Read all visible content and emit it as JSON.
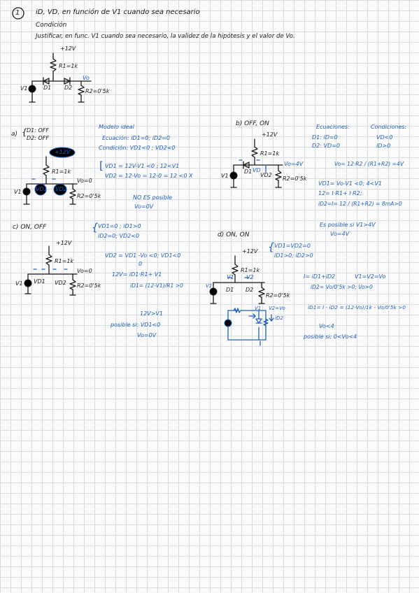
{
  "header": {
    "problem_number": "1",
    "line1": "iD, VD, en función de V1 cuando sea necesario",
    "line2": "Condición",
    "line3": "Justificar, en func. V1 cuando sea necesario, la validez de la hipótesis y el valor de Vo."
  },
  "main_circuit": {
    "supply": "+12V",
    "r1": "R1=1k",
    "vo": "Vo",
    "v1": "V1",
    "d1": "D1",
    "d2": "D2",
    "r2": "R2=0'5k"
  },
  "case_a": {
    "title": "a)",
    "cond1": "D1: OFF",
    "cond2": "D2: OFF",
    "model_title": "Modelo ideal",
    "ecuacion": "Ecuación: iD1=0; iD2=0",
    "condicion": "Condición: VD1<0 ; VD2<0",
    "eq1": "VD1 = 12V-V1 <0 ; 12<V1",
    "eq2": "VD2 = 12-Vo = 12-0 = 12 <0  X",
    "supply": "+12V",
    "r1": "R1=1k",
    "vo": "Vo=0",
    "v1": "V1",
    "vd1": "VD1",
    "vd2": "VD2",
    "r2": "R2=0'5k",
    "no_posible": "NO ES posible",
    "vo_result": "Vo=0V"
  },
  "case_b": {
    "title": "b) OFF, ON",
    "supply": "+12V",
    "r1": "R1=1k",
    "vo": "Vo=4V",
    "v1": "V1",
    "d1": "D1",
    "vd": "VD",
    "d2": "VD2",
    "r2": "R2=0'5k",
    "ecuaciones_title": "Ecuaciones:",
    "eq_d1": "D1: iD=0",
    "eq_d2": "D2: VD=0",
    "condiciones_title": "Condiciones:",
    "cond_d1": "VD<0",
    "cond_d2": "iD>0",
    "vo_calc": "Vo= 12·R2 / (R1+R2) =4V",
    "vd1_calc": "VD1= Vo-V1 <0; 4<V1",
    "kvl": "12= I·R1+ I·R2;",
    "id2_calc": "iD2=I= 12 / (R1+R2) = 8mA>0",
    "possible": "Es posible si V1>4V",
    "vo_result": "Vo=4V"
  },
  "case_c": {
    "title": "c) ON, OFF",
    "cond1": "VD1=0 ; iD1>0",
    "cond2": "iD2=0; VD2<0",
    "supply": "+12V",
    "r1": "R1=1k",
    "vo": "Vo=0",
    "v1": "V1",
    "d1": "VD1",
    "d2": "VD2",
    "r2": "R2=0'5k",
    "vd2_eq": "VD2 = VD1 -Vo <0; VD1<0",
    "vd2_sub": "0",
    "kvl": "12V= iD1·R1+ V1",
    "id1": "iD1= (12-V1)/R1 >0",
    "cond_v1": "12V>V1",
    "possible": "posible si: VD1<0",
    "vo_result": "Vo=0V"
  },
  "case_d": {
    "title": "d) ON, ON",
    "cond1": "VD1=VD2=0",
    "cond2": "iD1>0; iD2>0",
    "supply": "+12V",
    "r1": "R1=1k",
    "v1": "V1",
    "v2": "V2",
    "d1": "D1",
    "d2": "D2",
    "r2": "R2=0'5k",
    "v1_label": "V1",
    "v2_label": "V2=Vo",
    "id2_label": "iD2",
    "current_eq": "I= iD1+iD2",
    "voltage_eq": "V1=V2=Vo",
    "id2_calc": "iD2= Vo/0'5k >0;  Vo>0",
    "id1_calc": "iD1= I - iD2 = (12-Vo)/1k - Vo/0'5k >0",
    "vo_lt": "Vo<4",
    "possible": "posible si: 0<Vo<4"
  },
  "colors": {
    "ink": "#1b1b1b",
    "blue": "#1f5fbf",
    "grid": "#d9dde2"
  }
}
